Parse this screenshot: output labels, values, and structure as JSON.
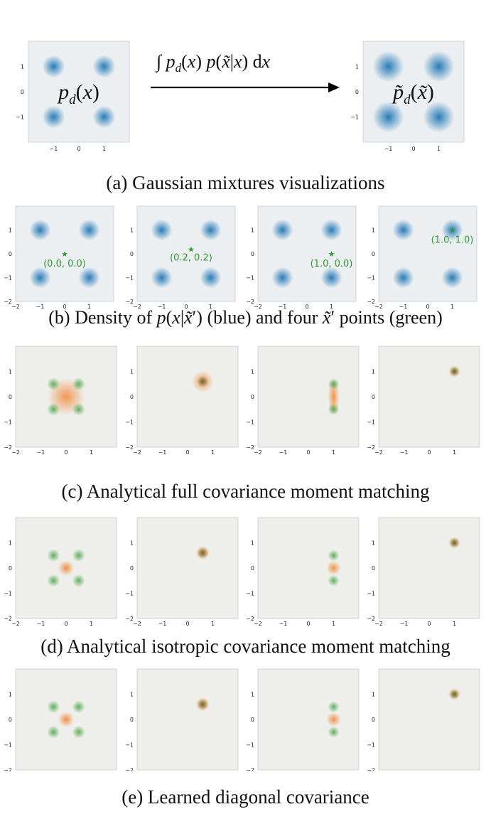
{
  "figure": {
    "top": {
      "left_label": "p_d(x)",
      "right_label": "p̃_d(x̃)",
      "transform_label": "∫ p_d(x) p(x̃|x) dx",
      "ticks": [
        "-1",
        "0",
        "1"
      ]
    },
    "captions": {
      "a": "(a) Gaussian mixtures visualizations",
      "b": "(b) Density of p(x|x̃′) (blue) and four x̃′ points (green)",
      "c": "(c) Analytical full covariance moment matching",
      "d": "(d) Analytical isotropic covariance moment matching",
      "e": "(e) Learned diagonal covariance"
    },
    "panel_b_points": [
      "(0.0, 0.0)",
      "(0.2, 0.2)",
      "(1.0, 0.0)",
      "(1.0, 1.0)"
    ],
    "grid_ticks": [
      "-2",
      "-1",
      "0",
      "1"
    ],
    "colors": {
      "blue": "#1f77b4",
      "green": "#2f9a2f",
      "orange": "#f28a3c",
      "background_blue_panel": "#eceff2",
      "background_orange_panel": "#eeeeea"
    }
  },
  "chart_data": [
    {
      "type": "heatmap",
      "title": "",
      "xticks": [
        -1,
        0,
        1
      ],
      "yticks": [
        -1,
        0,
        1
      ],
      "xlim": [
        -2,
        2
      ],
      "ylim": [
        -2,
        2
      ],
      "components": [
        [
          -1,
          1
        ],
        [
          1,
          1
        ],
        [
          -1,
          -1
        ],
        [
          1,
          -1
        ]
      ]
    },
    {
      "type": "heatmap",
      "title": "",
      "xticks": [
        -1,
        0,
        1
      ],
      "yticks": [
        -1,
        0,
        1
      ],
      "xlim": [
        -2,
        2
      ],
      "ylim": [
        -2,
        2
      ],
      "components": [
        [
          -1,
          1
        ],
        [
          1,
          1
        ],
        [
          -1,
          -1
        ],
        [
          1,
          -1
        ]
      ]
    }
  ]
}
